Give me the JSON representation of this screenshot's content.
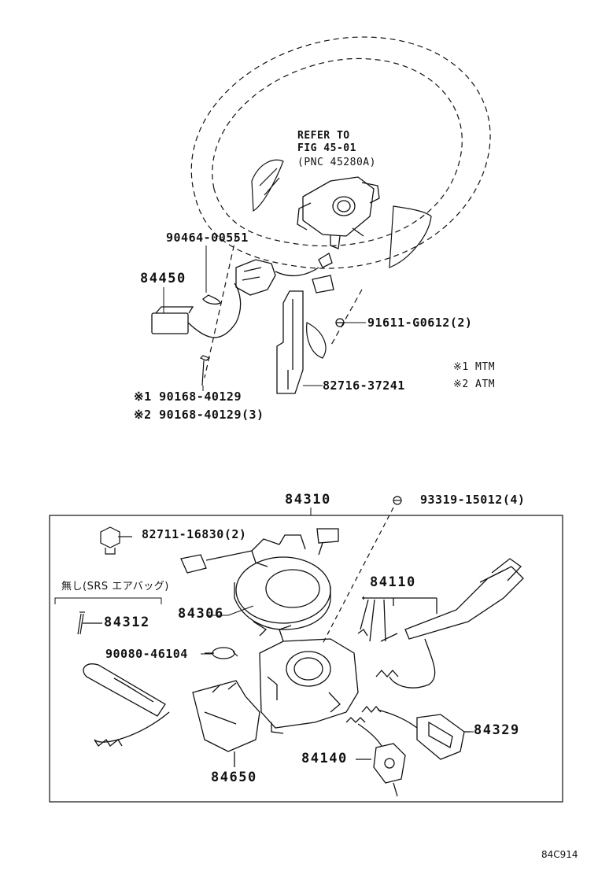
{
  "upper": {
    "refer": {
      "line1": "REFER TO",
      "line2": "FIG 45-01",
      "line3": "(PNC 45280A)"
    },
    "labels": {
      "p90464": "90464-00551",
      "p84450": "84450",
      "p91611": "91611-G0612(2)",
      "p82716": "82716-37241",
      "note1": "※1 90168-40129",
      "note2": "※2 90168-40129(3)",
      "legend1": "※1 MTM",
      "legend2": "※2 ATM"
    }
  },
  "lower": {
    "labels": {
      "p84310": "84310",
      "p93319": "93319-15012(4)",
      "p82711": "82711-16830(2)",
      "no_srs": "無し(SRS エアバッグ)",
      "p84312": "84312",
      "p84306": "84306",
      "p90080": "90080-46104",
      "p84110": "84110",
      "p84329": "84329",
      "p84140": "84140",
      "p84650": "84650"
    }
  },
  "figure_id": "84C914"
}
